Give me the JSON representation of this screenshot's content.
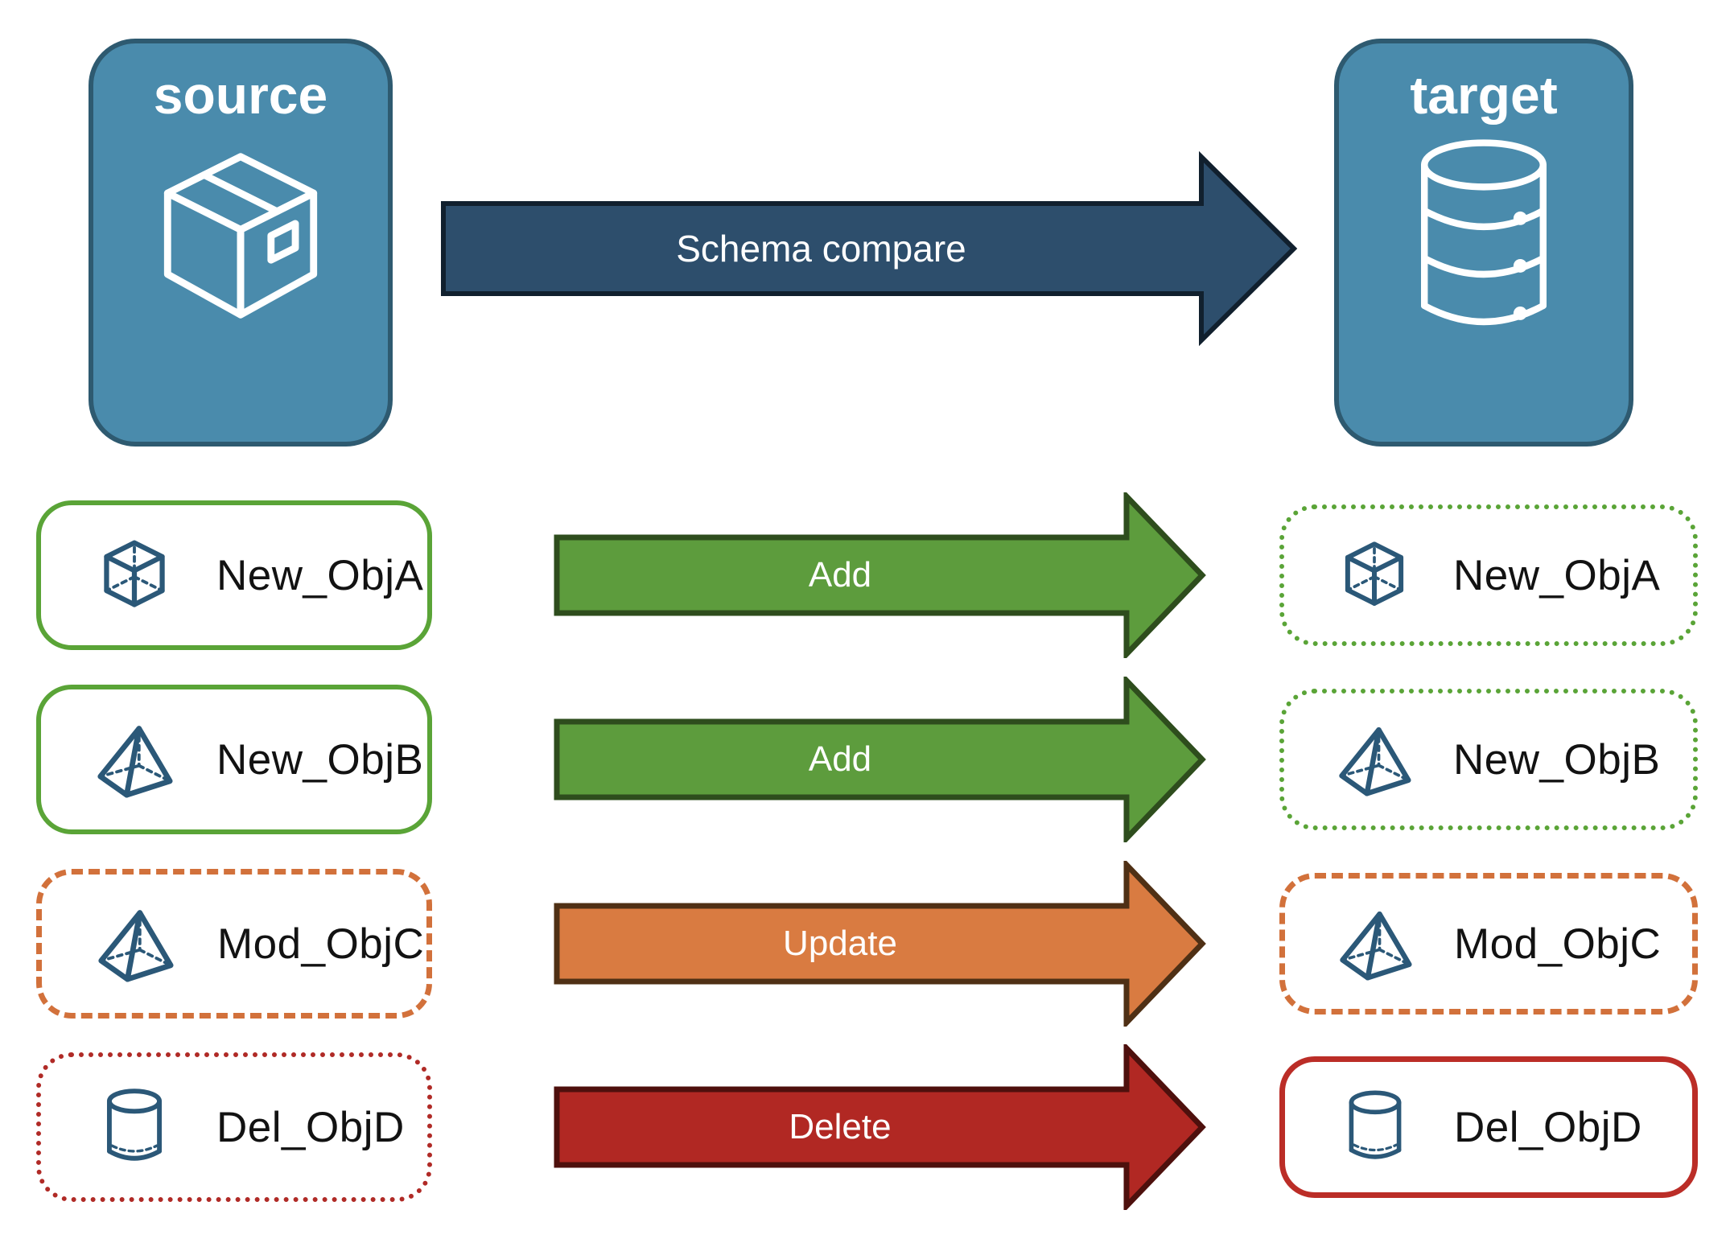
{
  "source": {
    "label": "source",
    "icon": "package-box-icon"
  },
  "target": {
    "label": "target",
    "icon": "database-icon"
  },
  "compare_arrow": {
    "label": "Schema compare"
  },
  "rows": [
    {
      "object": "New_ObjA",
      "action": "Add",
      "icon": "cube-icon",
      "source_border": "solid-green",
      "target_border": "dotted-green"
    },
    {
      "object": "New_ObjB",
      "action": "Add",
      "icon": "pyramid-icon",
      "source_border": "solid-green",
      "target_border": "dotted-green"
    },
    {
      "object": "Mod_ObjC",
      "action": "Update",
      "icon": "pyramid-icon",
      "source_border": "dashed-orange",
      "target_border": "dashed-orange"
    },
    {
      "object": "Del_ObjD",
      "action": "Delete",
      "icon": "cylinder-icon",
      "source_border": "dotted-red",
      "target_border": "solid-red"
    }
  ],
  "colors": {
    "node_fill": "#4A8BAC",
    "node_border": "#2E5A70",
    "compare_arrow_fill": "#2D4E6C",
    "compare_arrow_border": "#11202E",
    "add_arrow_fill": "#5D9C3D",
    "add_arrow_border": "#2E4D1D",
    "update_arrow_fill": "#D97B41",
    "update_arrow_border": "#4F3015",
    "delete_arrow_fill": "#B12823",
    "delete_arrow_border": "#4E100D",
    "green_box_border": "#5AA437",
    "orange_box_border": "#D2713B",
    "red_dotted_border": "#B02A26",
    "red_solid_border": "#BB2D27",
    "object_icon_color": "#2B5878",
    "label_text": "#121212",
    "arrow_text": "#FFFFFF"
  }
}
